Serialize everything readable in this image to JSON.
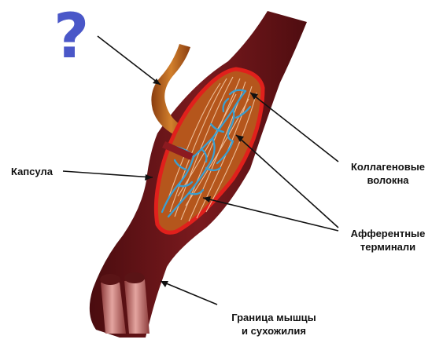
{
  "question_mark": "?",
  "labels": {
    "capsule": "Капсула",
    "collagen": [
      "Коллагеновые",
      "волокна"
    ],
    "afferent": [
      "Афферентные",
      "терминали"
    ],
    "boundary": [
      "Граница мышцы",
      "и сухожилия"
    ]
  },
  "colors": {
    "outer_tissue": "#6b1418",
    "capsule_border": "#e0201c",
    "interior": "#b5561c",
    "nerve_fibers": "#3a9fd0",
    "collagen": "#f3c9a5",
    "nerve_branch": "#c46a1e",
    "question_mark": "#4a57c8"
  }
}
